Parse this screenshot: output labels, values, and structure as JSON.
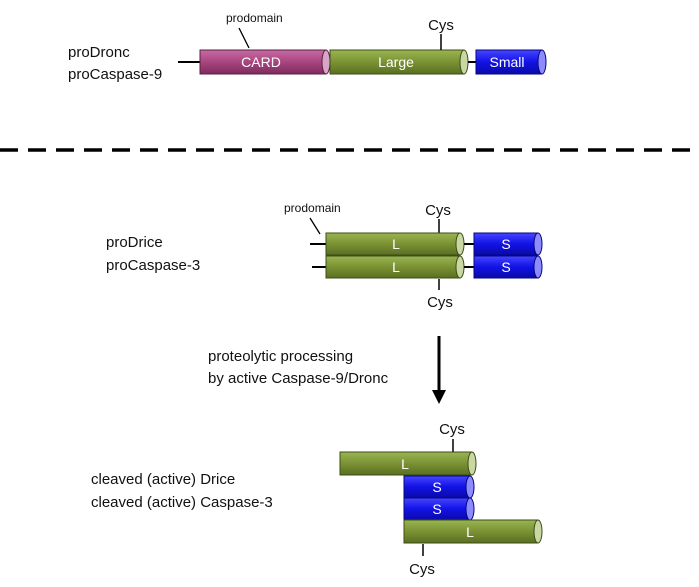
{
  "colors": {
    "card": "#a8457f",
    "large": "#7a9233",
    "small": "#1212e6",
    "line": "#000000"
  },
  "section1": {
    "labels": [
      "proDronc",
      "proCaspase-9"
    ],
    "prodomain": "prodomain",
    "cys": "Cys",
    "segments": {
      "card": "CARD",
      "large": "Large",
      "small": "Small"
    }
  },
  "section2": {
    "labels": [
      "proDrice",
      "proCaspase-3"
    ],
    "prodomain": "prodomain",
    "cys_top": "Cys",
    "cys_bottom": "Cys",
    "large": "L",
    "small": "S"
  },
  "arrow": {
    "lines": [
      "proteolytic processing",
      "by active Caspase-9/Dronc"
    ]
  },
  "section3": {
    "labels": [
      "cleaved (active) Drice",
      "cleaved (active) Caspase-3"
    ],
    "cys_top": "Cys",
    "cys_bottom": "Cys",
    "large": "L",
    "small": "S"
  }
}
